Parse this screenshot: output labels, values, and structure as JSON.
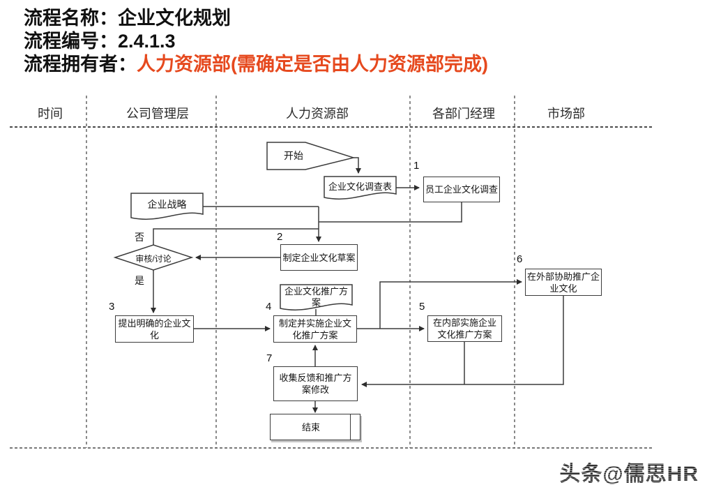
{
  "colors": {
    "owner_text": "#e6491e",
    "line": "#3b3b3b",
    "text": "#1a1a1a"
  },
  "header": {
    "process_name_label": "流程名称：",
    "process_name": "企业文化规划",
    "process_no_label": "流程编号：",
    "process_no": "2.4.1.3",
    "owner_label": "流程拥有者：",
    "owner_value": "人力资源部(需确定是否由人力资源部完成)"
  },
  "lanes": [
    "时间",
    "公司管理层",
    "人力资源部",
    "各部门经理",
    "市场部"
  ],
  "nodes": {
    "start": {
      "label": "开始"
    },
    "doc_survey": {
      "label": "企业文化调查表"
    },
    "doc_strategy": {
      "label": "企业战略"
    },
    "doc_plan": {
      "label": "企业文化推广方案"
    },
    "decision": {
      "label": "审核/讨论",
      "no": "否",
      "yes": "是"
    },
    "n1": {
      "num": "1",
      "label": "员工企业文化调查"
    },
    "n2": {
      "num": "2",
      "label": "制定企业文化草案"
    },
    "n3": {
      "num": "3",
      "label": "提出明确的企业文化"
    },
    "n4": {
      "num": "4",
      "label": "制定并实施企业文化推广方案"
    },
    "n5": {
      "num": "5",
      "label": "在内部实施企业文化推广方案"
    },
    "n6": {
      "num": "6",
      "label": "在外部协助推广企业文化"
    },
    "n7": {
      "num": "7",
      "label": "收集反馈和推广方案修改"
    },
    "end": {
      "label": "结束"
    }
  },
  "watermark": "头条@儒思HR"
}
